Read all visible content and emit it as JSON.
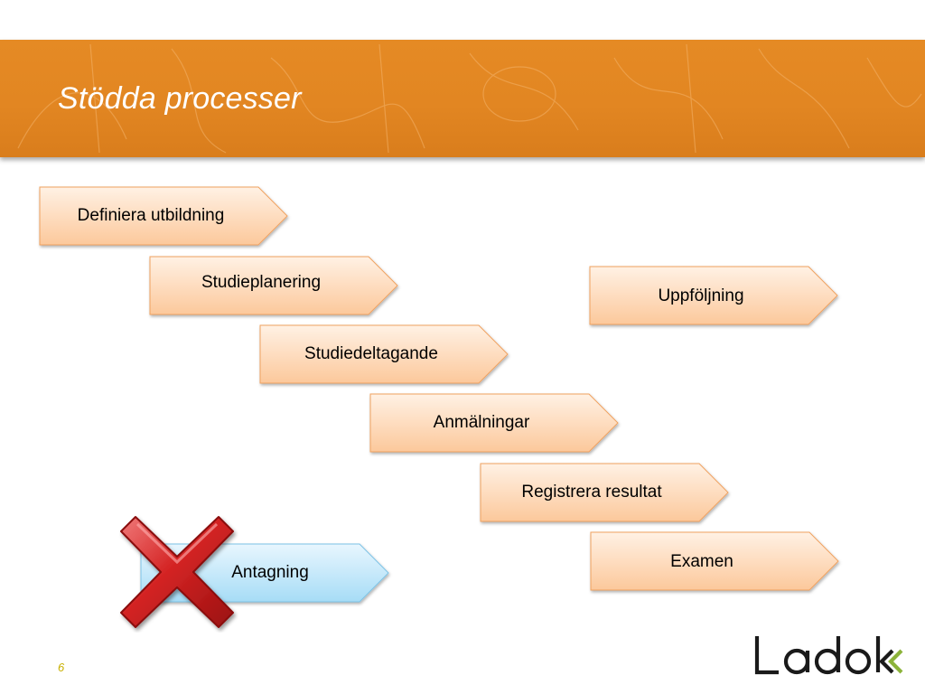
{
  "slide": {
    "title": "Stödda processer",
    "page_number": "6"
  },
  "processes": [
    {
      "label": "Definiera utbildning",
      "style": "orange"
    },
    {
      "label": "Studieplanering",
      "style": "orange"
    },
    {
      "label": "Uppföljning",
      "style": "orange"
    },
    {
      "label": "Studiedeltagande",
      "style": "orange"
    },
    {
      "label": "Anmälningar",
      "style": "orange"
    },
    {
      "label": "Registrera resultat",
      "style": "orange"
    },
    {
      "label": "Examen",
      "style": "orange"
    },
    {
      "label": "Antagning",
      "style": "blue",
      "crossed_out": true
    }
  ],
  "logo": {
    "text": "Ladok"
  },
  "colors": {
    "banner": "#e28622",
    "chevron_orange_fill": "#fdd9bd",
    "chevron_orange_stroke": "#f0a25f",
    "chevron_blue_fill": "#bfe6fa",
    "chevron_blue_stroke": "#7cc3e6",
    "cross": "#cc1f1f",
    "logo": "#1a1a1a",
    "logo_accent": "#8cb33a"
  },
  "icons": {
    "cross": "red-x-icon"
  }
}
